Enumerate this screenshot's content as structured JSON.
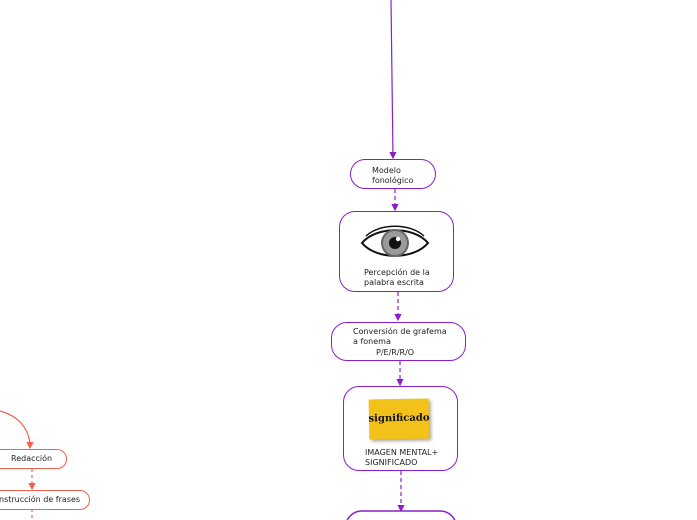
{
  "nodes": {
    "modelo": {
      "label": "Modelo\nfonológico"
    },
    "percepcion": {
      "label": "Percepción de la\npalabra escrita",
      "image": "eye-icon"
    },
    "conversion": {
      "label": "Conversión de grafema\na fonema",
      "sub": "P/E/R/R/O"
    },
    "imagen": {
      "label": "IMAGEN MENTAL+\nSIGNIFICADO",
      "image_text": "significado"
    },
    "redaccion": {
      "label": "Redacción"
    },
    "construccion": {
      "label": "nstrucción de frases"
    }
  },
  "colors": {
    "purple": "#8a1fc9",
    "red": "#f0604a",
    "yellow": "#f2c21b"
  }
}
